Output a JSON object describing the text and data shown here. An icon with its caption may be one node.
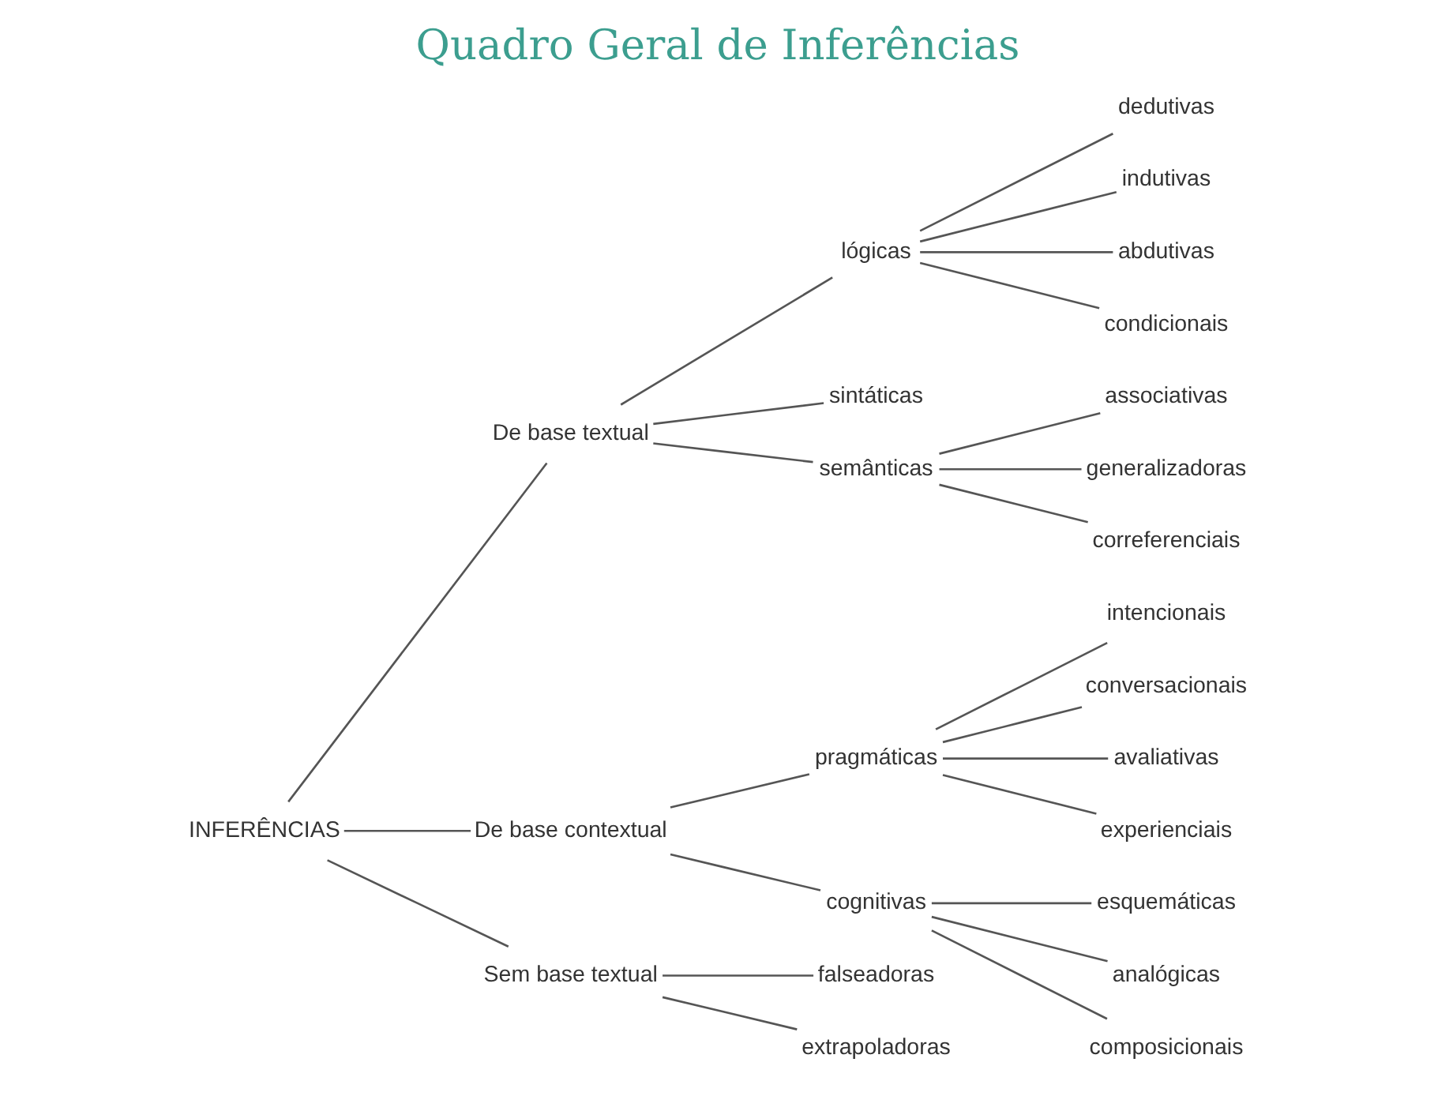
{
  "diagram": {
    "title": "Quadro Geral de Inferências",
    "nodes": [
      {
        "text": [
          "INFERÊNCIAS"
        ]
      },
      {
        "text": [
          "De base textual"
        ]
      },
      {
        "text": [
          "lógicas"
        ]
      },
      {
        "text": [
          "dedutivas"
        ]
      },
      {
        "text": [
          "indutivas"
        ]
      },
      {
        "text": [
          "abdutivas"
        ]
      },
      {
        "text": [
          "condicionais"
        ]
      },
      {
        "text": [
          "sintáticas"
        ]
      },
      {
        "text": [
          "semânticas"
        ]
      },
      {
        "text": [
          "associativas"
        ]
      },
      {
        "text": [
          "generalizadoras"
        ]
      },
      {
        "text": [
          "correferenciais"
        ]
      },
      {
        "text": [
          "De base contextual"
        ]
      },
      {
        "text": [
          "pragmáticas"
        ]
      },
      {
        "text": [
          "intencionais"
        ]
      },
      {
        "text": [
          "conversacionais"
        ]
      },
      {
        "text": [
          "avaliativas"
        ]
      },
      {
        "text": [
          "experienciais"
        ]
      },
      {
        "text": [
          "cognitivas"
        ]
      },
      {
        "text": [
          "esquemáticas"
        ]
      },
      {
        "text": [
          "analógicas"
        ]
      },
      {
        "text": [
          "composicionais"
        ]
      },
      {
        "text": [
          "Sem base textual"
        ]
      },
      {
        "text": [
          "falseadoras"
        ]
      },
      {
        "text": [
          "extrapoladoras"
        ]
      }
    ],
    "edges": [
      {
        "from": 0,
        "to": 1,
        "arrow": "none"
      },
      {
        "from": 0,
        "to": 12,
        "arrow": "none"
      },
      {
        "from": 0,
        "to": 22,
        "arrow": "none"
      },
      {
        "from": 1,
        "to": 2,
        "arrow": "none"
      },
      {
        "from": 1,
        "to": 7,
        "arrow": "none"
      },
      {
        "from": 1,
        "to": 8,
        "arrow": "none"
      },
      {
        "from": 2,
        "to": 3,
        "arrow": "none"
      },
      {
        "from": 2,
        "to": 4,
        "arrow": "none"
      },
      {
        "from": 2,
        "to": 5,
        "arrow": "none"
      },
      {
        "from": 2,
        "to": 6,
        "arrow": "none"
      },
      {
        "from": 8,
        "to": 9,
        "arrow": "none"
      },
      {
        "from": 8,
        "to": 10,
        "arrow": "none"
      },
      {
        "from": 8,
        "to": 11,
        "arrow": "none"
      },
      {
        "from": 12,
        "to": 13,
        "arrow": "none"
      },
      {
        "from": 12,
        "to": 18,
        "arrow": "none"
      },
      {
        "from": 13,
        "to": 14,
        "arrow": "none"
      },
      {
        "from": 13,
        "to": 15,
        "arrow": "none"
      },
      {
        "from": 13,
        "to": 16,
        "arrow": "none"
      },
      {
        "from": 13,
        "to": 17,
        "arrow": "none"
      },
      {
        "from": 18,
        "to": 19,
        "arrow": "none"
      },
      {
        "from": 18,
        "to": 20,
        "arrow": "none"
      },
      {
        "from": 18,
        "to": 21,
        "arrow": "none"
      },
      {
        "from": 22,
        "to": 23,
        "arrow": "none"
      },
      {
        "from": 22,
        "to": 24,
        "arrow": "none"
      }
    ]
  }
}
